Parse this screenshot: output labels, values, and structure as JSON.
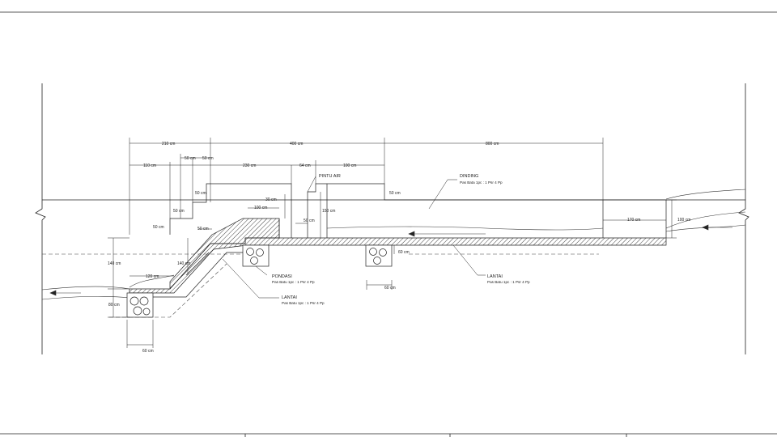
{
  "dimensions": {
    "d_210": "210 cm",
    "d_400": "400 cm",
    "d_800": "800 cm",
    "d_110": "110 cm",
    "d_50a": "50 cm",
    "d_50b": "50 cm",
    "d_230": "230 cm",
    "d_64": "64 cm",
    "d_100top": "100 cm",
    "d_50c": "50 cm",
    "d_50d": "50 cm",
    "d_50e": "50 cm",
    "d_30": "30 cm",
    "d_100mid": "100 cm",
    "d_150": "150 cm",
    "d_50f": "50 cm",
    "d_50g": "50 cm",
    "d_50h": "50 cm",
    "d_140a": "140 cm",
    "d_140b": "140 cm",
    "d_120": "120 cm",
    "d_80": "80 cm",
    "d_60a": "60 cm",
    "d_60b": "60 cm",
    "d_60c": "60 cm",
    "d_170": "170 cm",
    "d_100right": "100 cm"
  },
  "labels": {
    "dinding_title": "DINDING",
    "dinding_sub": "Pas Bata 1pc : 1 Psr 4 Pp",
    "pintu_air": "PINTU AIR",
    "pondasi_title": "PONDASI",
    "pondasi_sub": "Pas Batu 1pc : 1 Psr 4 Pp",
    "lantai_mid_title": "LANTAI",
    "lantai_mid_sub": "Pas Batu 1pc : 1 Psr 4 Pp",
    "lantai_right_title": "LANTAI",
    "lantai_right_sub": "Pas Batu 1pc : 1 Psr 4 Pp"
  },
  "colors": {
    "line": "#222222",
    "hatch": "#444444",
    "paper": "#ffffff"
  }
}
